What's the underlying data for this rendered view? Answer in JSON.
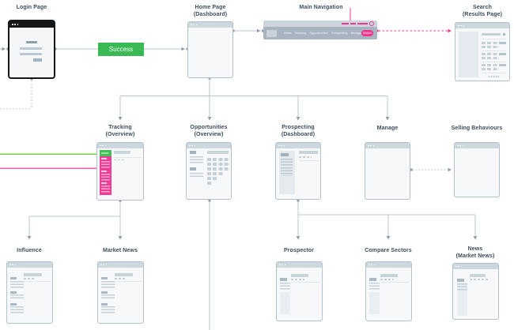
{
  "diagram": {
    "edges": {
      "success": "Success"
    },
    "nav": {
      "items": [
        "Home",
        "Tracking",
        "Opportunities",
        "Prospecting",
        "Manage"
      ],
      "search_button": "Search"
    },
    "nodes": {
      "login": {
        "title": "Login Page"
      },
      "home": {
        "title": "Home Page",
        "subtitle": "(Dashboard)"
      },
      "main_nav": {
        "title": "Main Navigation"
      },
      "search": {
        "title": "Search",
        "subtitle": "(Results Page)"
      },
      "tracking": {
        "title": "Tracking",
        "subtitle": "(Overview)"
      },
      "opportunities": {
        "title": "Opportunities",
        "subtitle": "(Overview)"
      },
      "prospecting": {
        "title": "Prospecting",
        "subtitle": "(Dashboard)"
      },
      "manage": {
        "title": "Manage"
      },
      "selling_behaviours": {
        "title": "Selling Behaviours"
      },
      "influence": {
        "title": "Influence"
      },
      "market_news": {
        "title": "Market News"
      },
      "prospector": {
        "title": "Prospector"
      },
      "compare_sectors": {
        "title": "Compare Sectors"
      },
      "news": {
        "title": "News",
        "subtitle": "(Market News)"
      }
    },
    "colors": {
      "accent_pink": "#f0368e",
      "success_green": "#3bb954",
      "tracking_sidebar_pink": "#ef3c95",
      "tracking_header_green": "#45bf5a",
      "flow_line_green": "#72cf45",
      "flow_line_pink": "#ef5aa5",
      "connector_gray": "#bcc7cf"
    }
  }
}
